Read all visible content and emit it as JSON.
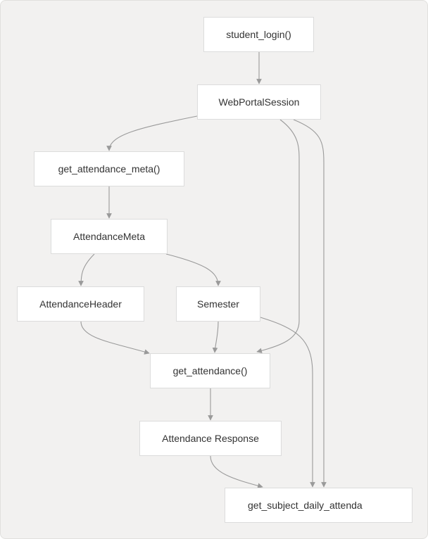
{
  "diagram": {
    "nodes": {
      "student_login": "student_login()",
      "web_portal_session": "WebPortalSession",
      "get_attendance_meta": "get_attendance_meta()",
      "attendance_meta": "AttendanceMeta",
      "attendance_header": "AttendanceHeader",
      "semester": "Semester",
      "get_attendance": "get_attendance()",
      "attendance_response": "Attendance Response",
      "get_subject_daily_attendance": "get_subject_daily_attenda"
    },
    "edges": [
      {
        "from": "student_login",
        "to": "web_portal_session"
      },
      {
        "from": "web_portal_session",
        "to": "get_attendance_meta"
      },
      {
        "from": "web_portal_session",
        "to": "get_attendance"
      },
      {
        "from": "web_portal_session",
        "to": "get_subject_daily_attendance"
      },
      {
        "from": "get_attendance_meta",
        "to": "attendance_meta"
      },
      {
        "from": "attendance_meta",
        "to": "attendance_header"
      },
      {
        "from": "attendance_meta",
        "to": "semester"
      },
      {
        "from": "attendance_header",
        "to": "get_attendance"
      },
      {
        "from": "semester",
        "to": "get_attendance"
      },
      {
        "from": "semester",
        "to": "get_subject_daily_attendance"
      },
      {
        "from": "get_attendance",
        "to": "attendance_response"
      },
      {
        "from": "attendance_response",
        "to": "get_subject_daily_attendance"
      }
    ],
    "colors": {
      "background": "#f2f1f0",
      "node_fill": "#ffffff",
      "node_border": "#dcdcdc",
      "edge": "#9a9a9a",
      "text": "#333333"
    }
  }
}
